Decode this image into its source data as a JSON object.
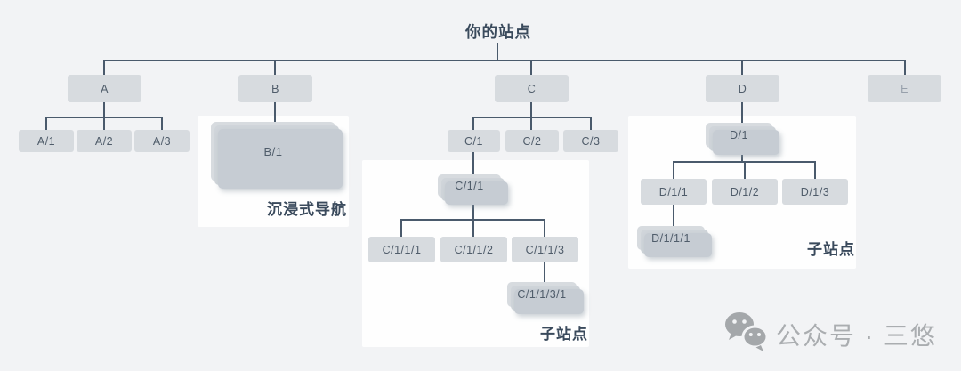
{
  "page": {
    "title": "你的站点"
  },
  "nodes": {
    "root": "你的站点",
    "a": "A",
    "a1": "A/1",
    "a2": "A/2",
    "a3": "A/3",
    "b": "B",
    "b1": "B/1",
    "c": "C",
    "c1": "C/1",
    "c2": "C/2",
    "c3": "C/3",
    "c11": "C/1/1",
    "c111": "C/1/1/1",
    "c112": "C/1/1/2",
    "c113": "C/1/1/3",
    "c1131": "C/1/1/3/1",
    "d": "D",
    "d1": "D/1",
    "d11": "D/1/1",
    "d12": "D/1/2",
    "d13": "D/1/3",
    "d111": "D/1/1/1",
    "e": "E"
  },
  "panel_labels": {
    "b": "沉浸式导航",
    "c": "子站点",
    "d": "子站点"
  },
  "watermark": {
    "icon": "wechat-logo",
    "text": "公众号 · 三悠"
  },
  "colors": {
    "background": "#f2f3f5",
    "panel": "#fefefe",
    "node_fill": "#d7dbdf",
    "node_text": "#4f5c6a",
    "line": "#4a5a6c",
    "bold_label": "#3a4a5c",
    "watermark": "#aaadb0"
  }
}
